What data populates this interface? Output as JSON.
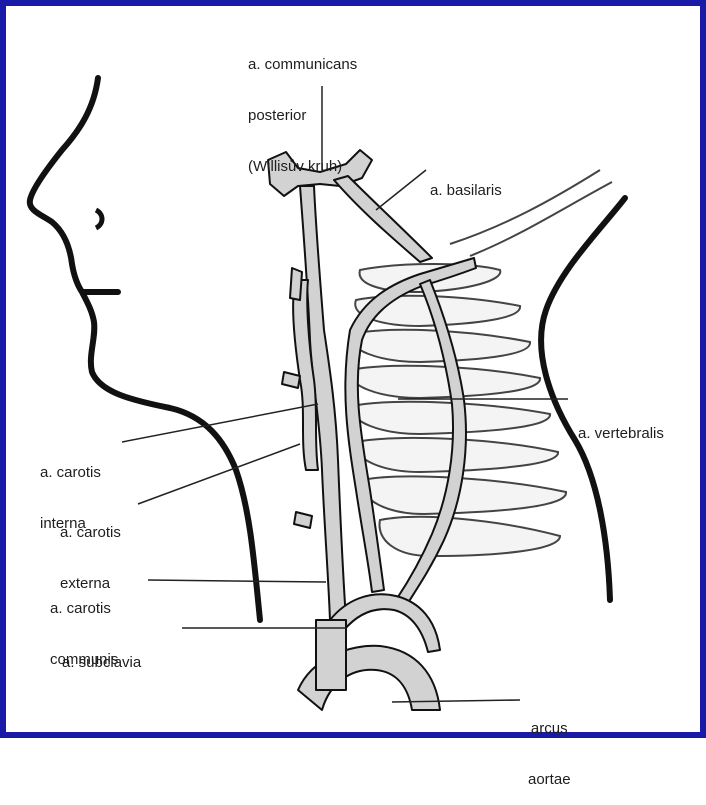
{
  "colors": {
    "frame": "#1a1aa8",
    "ink": "#111111",
    "artery_fill": "#d2d2d2",
    "bone_fill": "#f4f4f4"
  },
  "labels": {
    "communicans": {
      "line1": "a. communicans",
      "line2": "posterior",
      "line3": "(Willisův kruh)"
    },
    "basilaris": "a. basilaris",
    "vertebralis": "a. vertebralis",
    "carotis_interna": {
      "line1": "a. carotis",
      "line2": "interna"
    },
    "carotis_externa": {
      "line1": "a. carotis",
      "line2": "externa"
    },
    "carotis_communis": {
      "line1": "a. carotis",
      "line2": "communis"
    },
    "subclavia": "a. subclavia",
    "arcus_aortae": {
      "line1": "arcus",
      "line2": "aortae"
    }
  }
}
